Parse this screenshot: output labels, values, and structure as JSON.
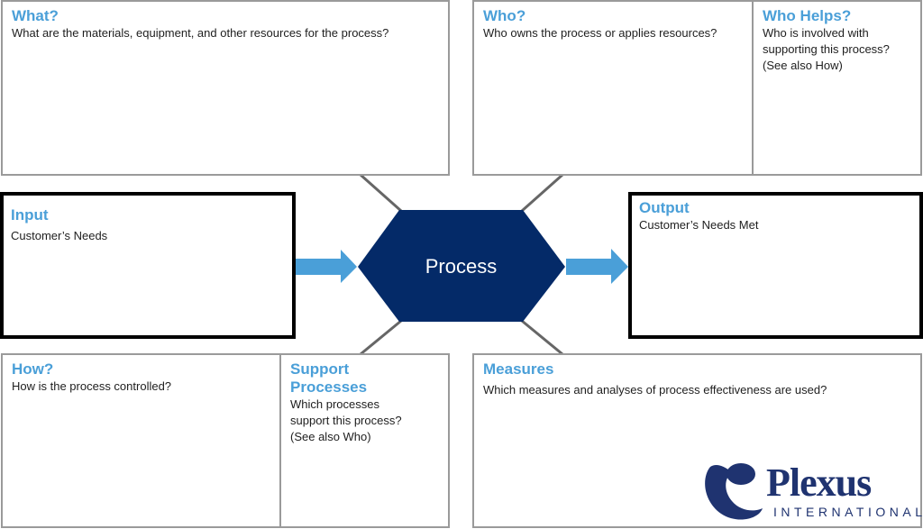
{
  "colors": {
    "heading": "#4a9fd8",
    "process_fill": "#042a68",
    "arrow": "#4a9fd8",
    "connector": "#666666",
    "logo": "#1f3370"
  },
  "what": {
    "heading": "What?",
    "description": "What are the materials, equipment, and other resources for the process?"
  },
  "who": {
    "heading": "Who?",
    "description": "Who owns the process or applies resources?"
  },
  "who_helps": {
    "heading": "Who Helps?",
    "description": "Who is involved with\nsupporting this process?\n(See also How)"
  },
  "input": {
    "heading": "Input",
    "description": "Customer’s Needs"
  },
  "process": {
    "label": "Process"
  },
  "output": {
    "heading": "Output",
    "description": "Customer’s Needs Met"
  },
  "how": {
    "heading": "How?",
    "description": "How is the process controlled?"
  },
  "support": {
    "heading": "Support\nProcesses",
    "description": "Which processes\nsupport this process?\n(See also Who)"
  },
  "measures": {
    "heading": "Measures",
    "description": "Which measures and analyses of process effectiveness are used?"
  },
  "logo": {
    "name": "Plexus",
    "subtitle": "INTERNATIONAL"
  }
}
